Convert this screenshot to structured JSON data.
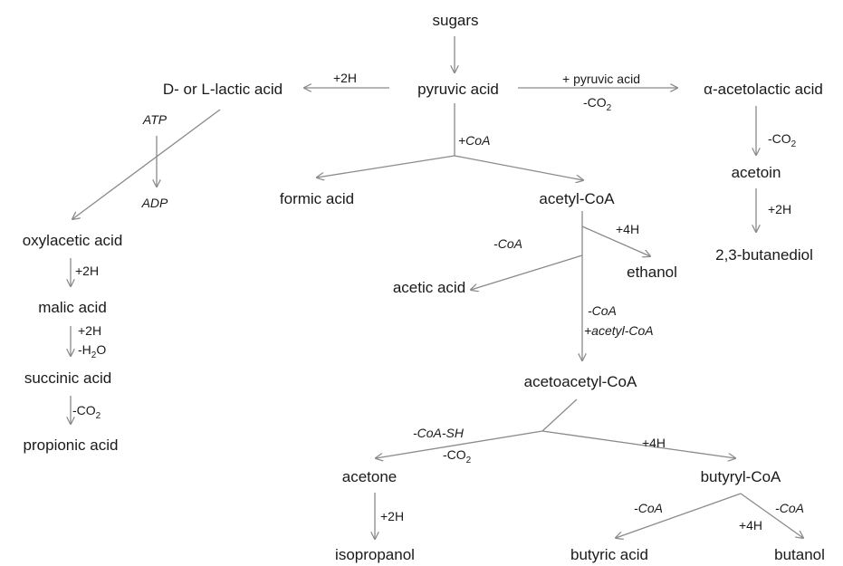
{
  "nodes": {
    "sugars": "sugars",
    "pyruvic_acid": "pyruvic acid",
    "lactic_acid": "D- or L-lactic acid",
    "acetolactic_acid": "α-acetolactic acid",
    "acetoin": "acetoin",
    "butanediol": "2,3-butanediol",
    "formic_acid": "formic  acid",
    "acetyl_coa": "acetyl-CoA",
    "ethanol": "ethanol",
    "acetic_acid": "acetic  acid",
    "acetoacetyl_coa": "acetoacetyl-CoA",
    "acetone": "acetone",
    "isopropanol": "isopropanol",
    "butyryl_coa": "butyryl-CoA",
    "butyric_acid": "butyric acid",
    "butanol": "butanol",
    "oxylacetic_acid": "oxylacetic acid",
    "malic_acid": "malic  acid",
    "succinic_acid": "succinic  acid",
    "propionic_acid": "propionic acid"
  },
  "labels": {
    "lactic_2h": "+2H",
    "plus_pyruvic": "+ pyruvic acid",
    "co2_a_main": "-CO",
    "co2_a_sub": "2",
    "co2_b_main": "-CO",
    "co2_b_sub": "2",
    "acetoin_2h": "+2H",
    "atp": "ATP",
    "adp": "ADP",
    "plus_coa": "+CoA",
    "ethanol_4h": "+4H",
    "minus_coa_acetic": "-CoA",
    "minus_coa_aa": "-CoA",
    "plus_acetyl_coa": "+acetyl-CoA",
    "oxyl_2h": "+2H",
    "malic_2h": "+2H",
    "h2o_a": "-H",
    "h2o_sub": "2",
    "h2o_b": "O",
    "succ_co2_main": "-CO",
    "succ_co2_sub": "2",
    "coa_sh": "-CoA-SH",
    "acetone_co2_main": "-CO",
    "acetone_co2_sub": "2",
    "butyryl_4h": "+4H",
    "iso_2h": "+2H",
    "butyric_coa": "-CoA",
    "butanol_coa": "-CoA",
    "butanol_4h": "+4H"
  }
}
